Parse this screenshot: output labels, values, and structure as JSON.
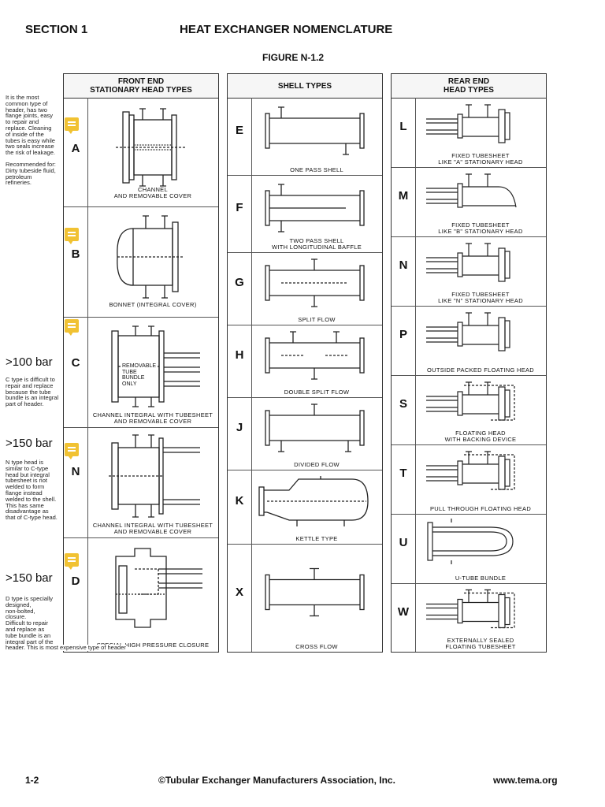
{
  "header": {
    "section": "SECTION 1",
    "title": "HEAT EXCHANGER NOMENCLATURE",
    "figure": "FIGURE N-1.2"
  },
  "columns": {
    "front": {
      "title_line1": "FRONT END",
      "title_line2": "STATIONARY HEAD TYPES",
      "items": [
        {
          "letter": "A",
          "caption_line1": "CHANNEL",
          "caption_line2": "AND REMOVABLE COVER"
        },
        {
          "letter": "B",
          "caption_line1": "BONNET (INTEGRAL COVER)",
          "caption_line2": ""
        },
        {
          "letter": "C",
          "caption_line1": "CHANNEL INTEGRAL WITH TUBESHEET",
          "caption_line2": "AND REMOVABLE COVER"
        },
        {
          "letter": "N",
          "caption_line1": "CHANNEL INTEGRAL WITH TUBESHEET",
          "caption_line2": "AND REMOVABLE COVER"
        },
        {
          "letter": "D",
          "caption_line1": "SPECIAL HIGH PRESSURE CLOSURE",
          "caption_line2": ""
        }
      ],
      "removable_label": [
        "REMOVABLE",
        "TUBE",
        "BUNDLE",
        "ONLY"
      ]
    },
    "shell": {
      "title": "SHELL TYPES",
      "items": [
        {
          "letter": "E",
          "caption_line1": "ONE PASS SHELL",
          "caption_line2": ""
        },
        {
          "letter": "F",
          "caption_line1": "TWO PASS SHELL",
          "caption_line2": "WITH LONGITUDINAL BAFFLE"
        },
        {
          "letter": "G",
          "caption_line1": "SPLIT FLOW",
          "caption_line2": ""
        },
        {
          "letter": "H",
          "caption_line1": "DOUBLE SPLIT FLOW",
          "caption_line2": ""
        },
        {
          "letter": "J",
          "caption_line1": "DIVIDED FLOW",
          "caption_line2": ""
        },
        {
          "letter": "K",
          "caption_line1": "KETTLE TYPE",
          "caption_line2": ""
        },
        {
          "letter": "X",
          "caption_line1": "CROSS FLOW",
          "caption_line2": ""
        }
      ]
    },
    "rear": {
      "title_line1": "REAR END",
      "title_line2": "HEAD TYPES",
      "items": [
        {
          "letter": "L",
          "caption_line1": "FIXED TUBESHEET",
          "caption_line2": "LIKE \"A\" STATIONARY HEAD"
        },
        {
          "letter": "M",
          "caption_line1": "FIXED TUBESHEET",
          "caption_line2": "LIKE \"B\" STATIONARY HEAD"
        },
        {
          "letter": "N",
          "caption_line1": "FIXED TUBESHEET",
          "caption_line2": "LIKE \"N\" STATIONARY HEAD"
        },
        {
          "letter": "P",
          "caption_line1": "OUTSIDE PACKED FLOATING HEAD",
          "caption_line2": ""
        },
        {
          "letter": "S",
          "caption_line1": "FLOATING HEAD",
          "caption_line2": "WITH BACKING DEVICE"
        },
        {
          "letter": "T",
          "caption_line1": "PULL THROUGH FLOATING HEAD",
          "caption_line2": ""
        },
        {
          "letter": "U",
          "caption_line1": "U-TUBE BUNDLE",
          "caption_line2": ""
        },
        {
          "letter": "W",
          "caption_line1": "EXTERNALLY SEALED",
          "caption_line2": "FLOATING TUBESHEET"
        }
      ]
    }
  },
  "annotations": {
    "note_a": [
      "It is the most",
      "common type of",
      "header, has two",
      "flange joints, easy",
      "to repair and",
      "replace. Cleaning",
      "of inside of the",
      "tubes is easy while",
      "two seals increase",
      "the risk of leakage."
    ],
    "note_a2": [
      "Recommended for:",
      "Dirty tubeside fluid,",
      " petroleum",
      "refineries."
    ],
    "bar_c": ">100 bar",
    "note_c": [
      "C type is difficult to",
      "repair and replace",
      "because the tube",
      "bundle is an integral",
      "part of header."
    ],
    "bar_n": ">150 bar",
    "note_n": [
      "N type head is",
      "similar to C-type",
      "head but integral",
      "tubesheet is not",
      "welded to form",
      "flange instead",
      "welded to the shell.",
      "This has same",
      "disadvantage as",
      "that of C-type head."
    ],
    "bar_d": ">150 bar",
    "note_d": [
      "D type is specially",
      "designed,",
      "non-bolted,",
      "closure.",
      "Difficult to repair",
      "and replace as",
      "tube bundle is an",
      "integral part of the",
      "header. This is most expensive type of header"
    ]
  },
  "footer": {
    "page": "1-2",
    "copyright": "©Tubular Exchanger Manufacturers Association, Inc.",
    "url": "www.tema.org"
  },
  "colors": {
    "comment": "#f1c232",
    "line": "#222222"
  }
}
